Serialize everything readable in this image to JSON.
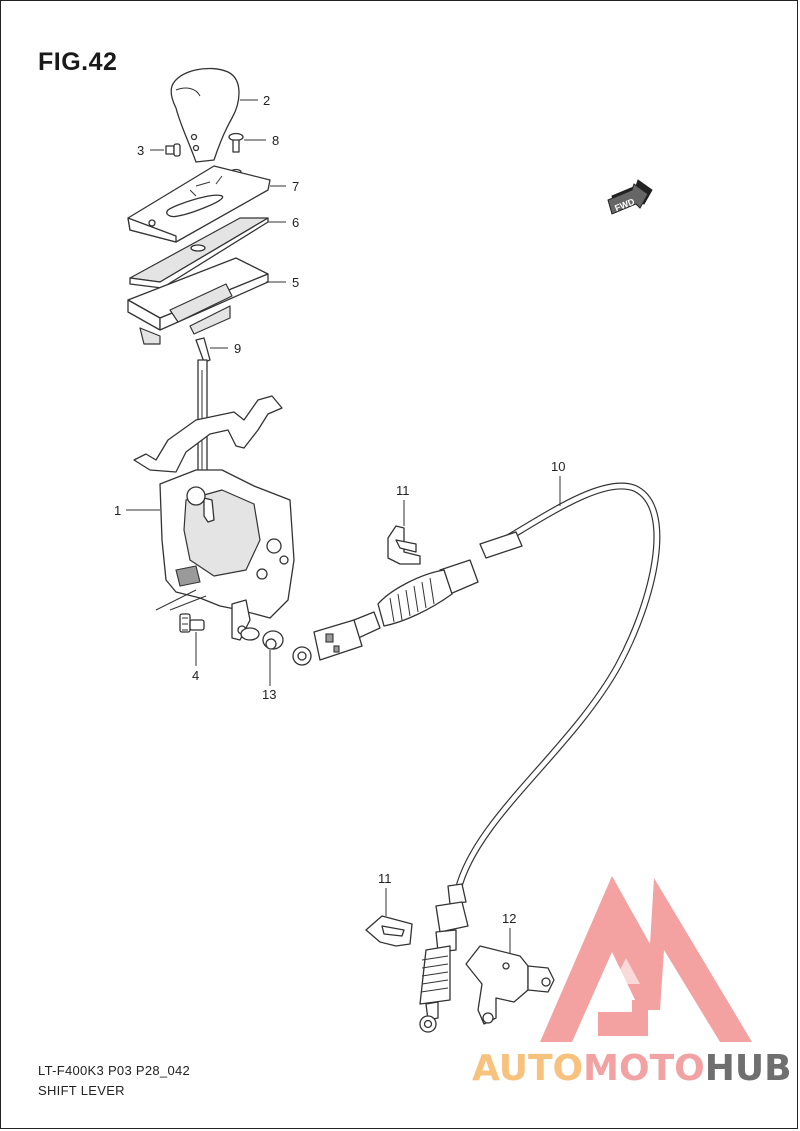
{
  "figure": {
    "title": "FIG.42",
    "model_code": "LT-F400K3 P03 P28_042",
    "assembly_name": "SHIFT LEVER",
    "fwd_label": "FWD"
  },
  "callouts": [
    {
      "id": "c1",
      "label": "1"
    },
    {
      "id": "c2",
      "label": "2"
    },
    {
      "id": "c3",
      "label": "3"
    },
    {
      "id": "c4",
      "label": "4"
    },
    {
      "id": "c5",
      "label": "5"
    },
    {
      "id": "c6",
      "label": "6"
    },
    {
      "id": "c7",
      "label": "7"
    },
    {
      "id": "c8",
      "label": "8"
    },
    {
      "id": "c9",
      "label": "9"
    },
    {
      "id": "c10",
      "label": "10"
    },
    {
      "id": "c11a",
      "label": "11"
    },
    {
      "id": "c11b",
      "label": "11"
    },
    {
      "id": "c12",
      "label": "12"
    },
    {
      "id": "c13",
      "label": "13"
    }
  ],
  "watermark": {
    "part_a": "AUTO",
    "part_b": "MOTO",
    "part_c": "HUB",
    "colors": {
      "auto": "#f6c27e",
      "moto": "#f2a2a2",
      "hub": "#6f6f6f",
      "logo": "#f39a9a"
    }
  }
}
